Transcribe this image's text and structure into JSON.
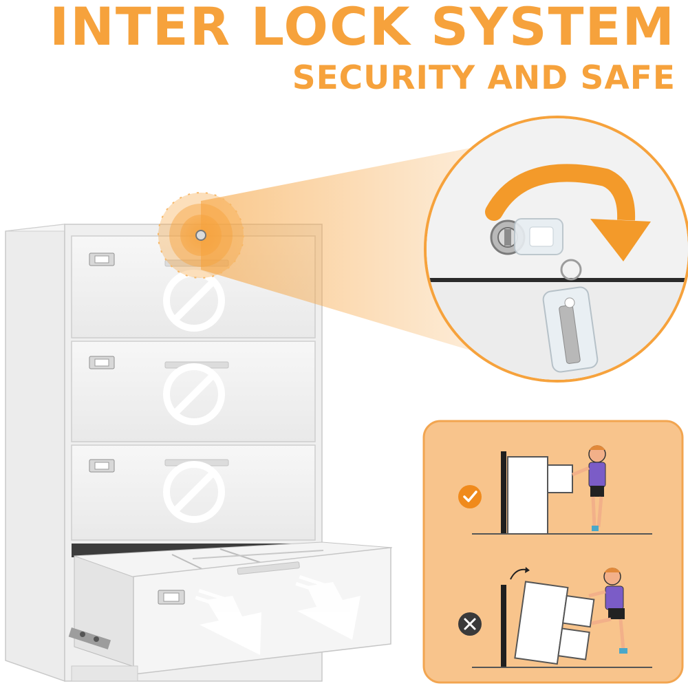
{
  "headline": {
    "title": "INTER LOCK SYSTEM",
    "subtitle": "SECURITY AND SAFE"
  },
  "colors": {
    "accent_orange": "#f6a23c",
    "panel_background": "#f8c48c",
    "cabinet_white": "#f3f3f3",
    "cabinet_edge": "#c9c9c9",
    "check_badge": "#f08a1c",
    "cross_badge": "#3a3a3a"
  },
  "cabinet": {
    "drawer_count": 4,
    "open_drawer": "bottom",
    "locked_drawer_symbol": "prohibited-icon",
    "open_drawer_symbol": "pull-arrow-icon"
  },
  "zoom_callout": {
    "shows": [
      "lock-cylinder-icon",
      "key-icon",
      "rotation-arrow-icon"
    ]
  },
  "safety_panel": {
    "correct_example": "check-icon",
    "incorrect_example": "cross-icon"
  }
}
